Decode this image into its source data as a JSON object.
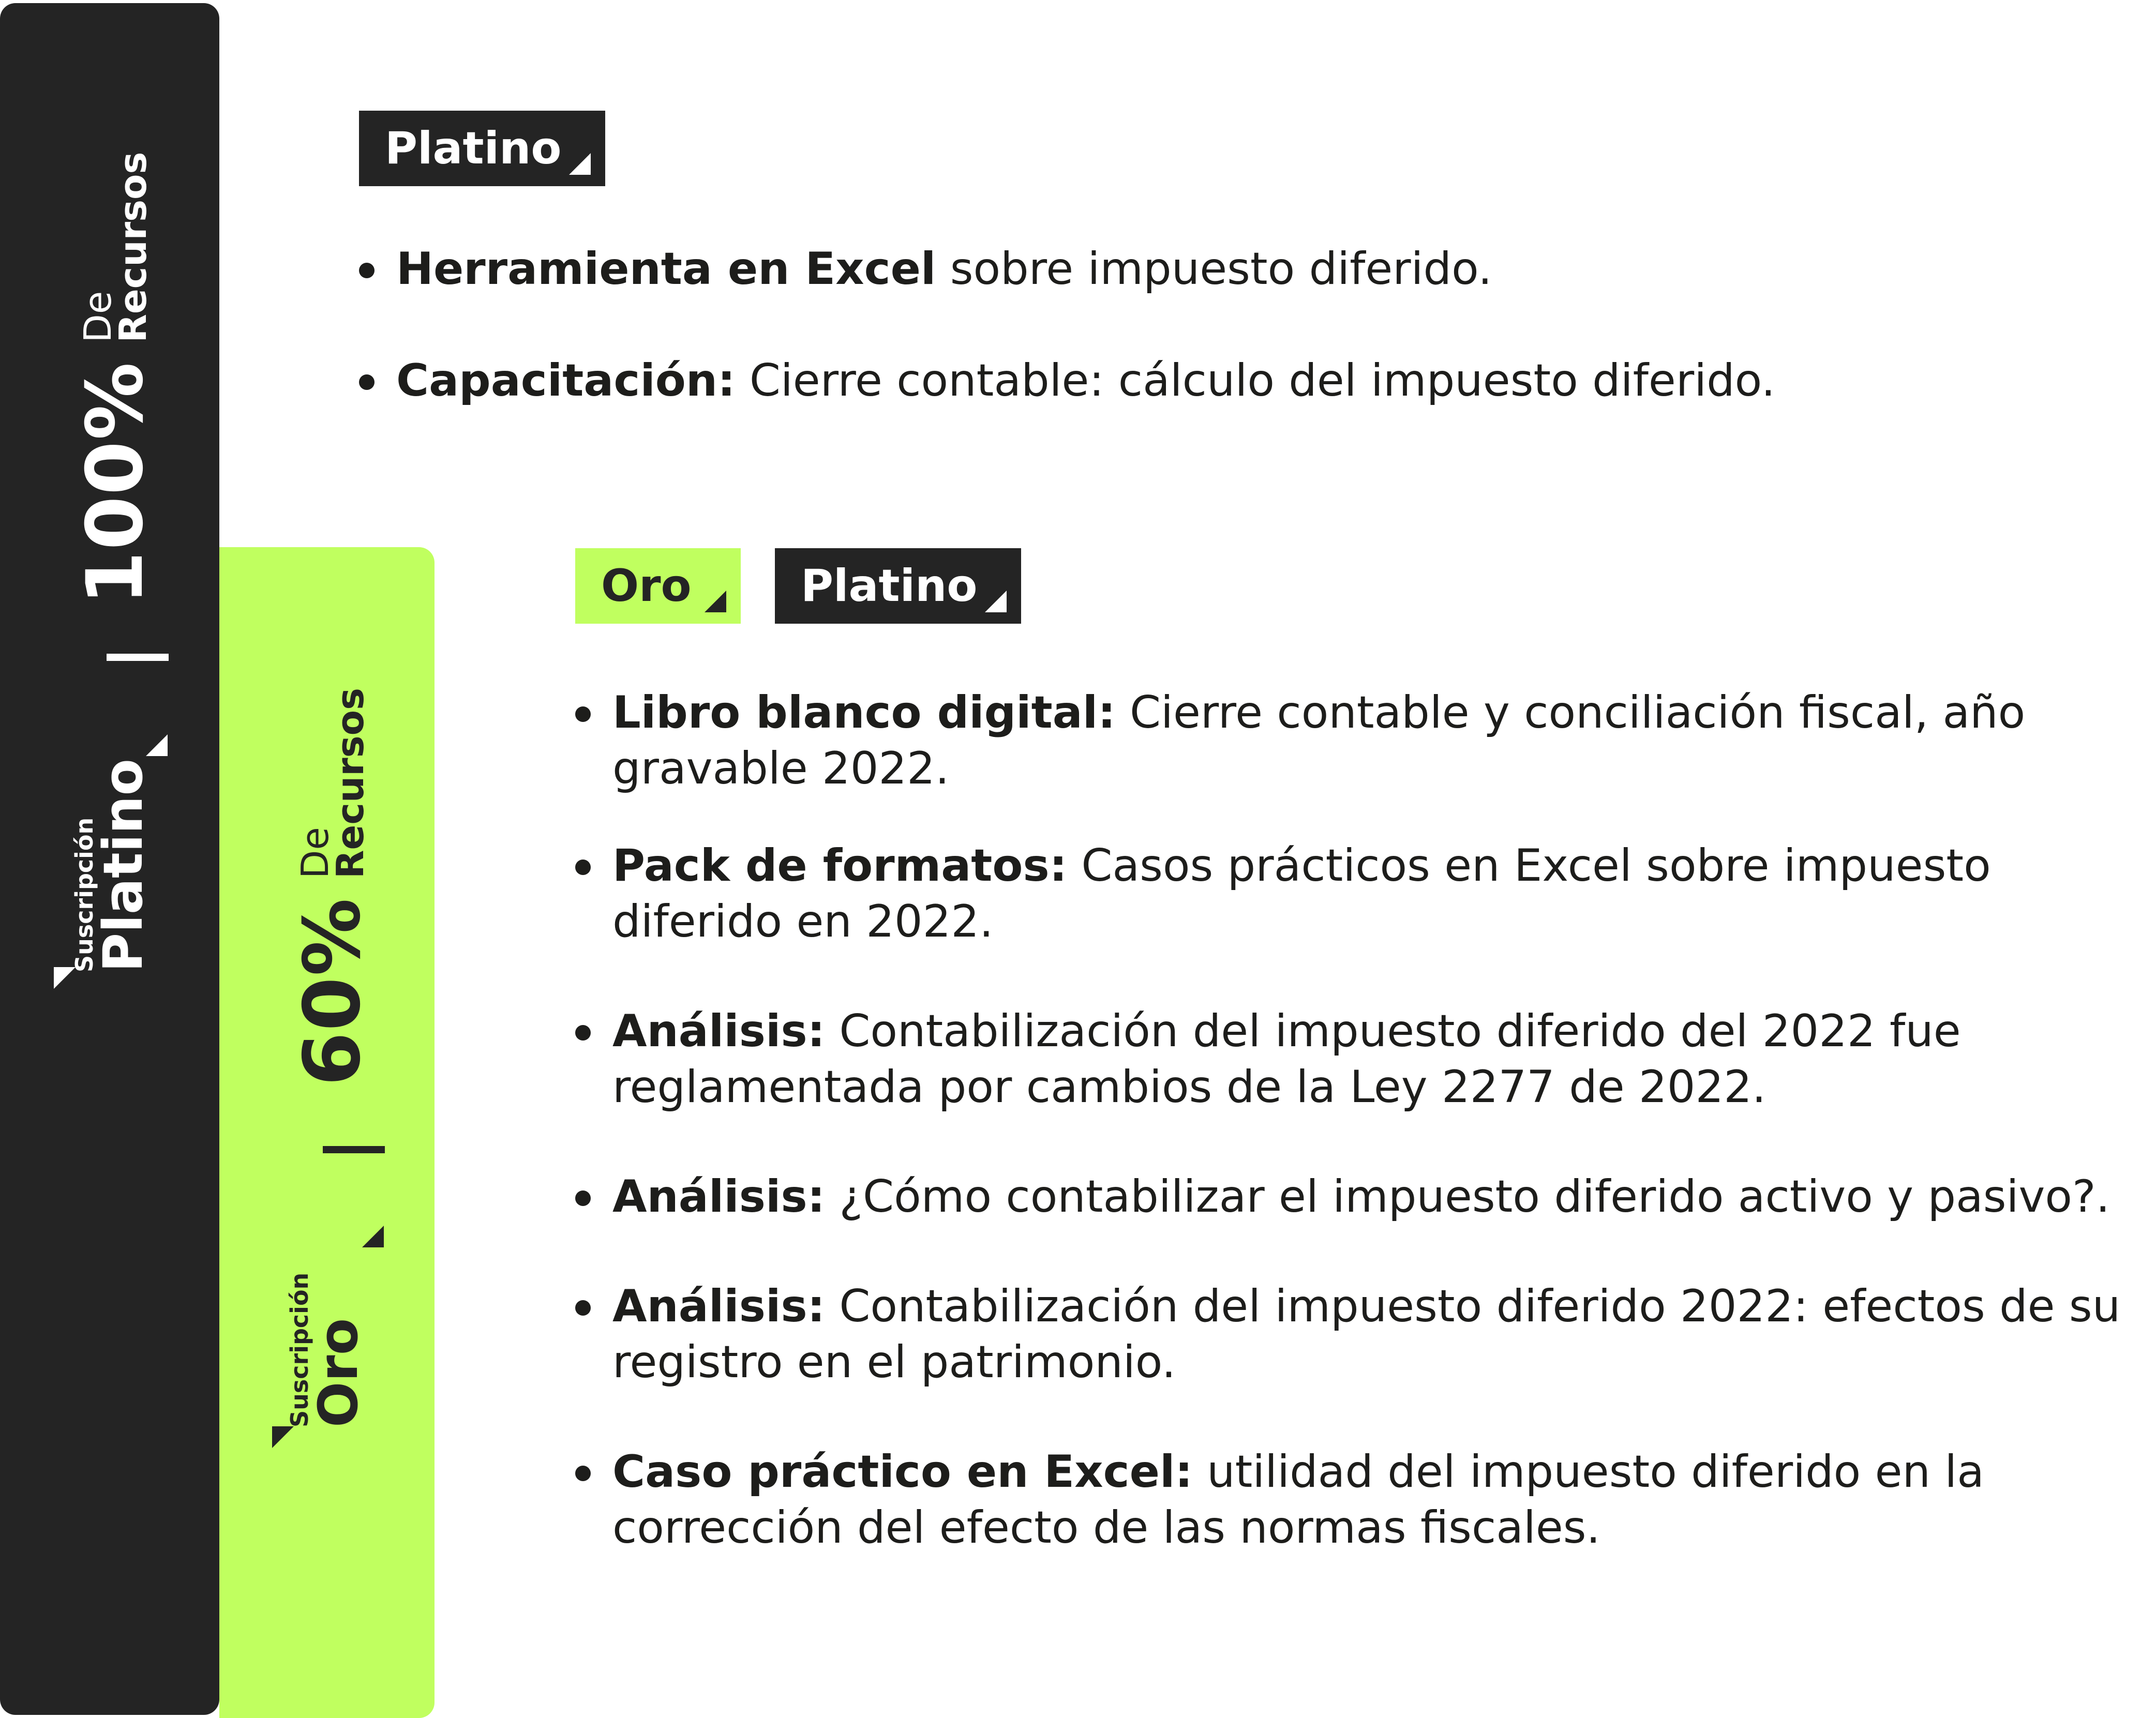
{
  "platino_bar": {
    "percent": "100%",
    "de": "De",
    "recursos": "Recursos",
    "suscripcion": "Suscripción",
    "tier": "Platino"
  },
  "oro_bar": {
    "percent": "60%",
    "de": "De",
    "recursos": "Recursos",
    "suscripcion": "Suscripción",
    "tier": "Oro"
  },
  "section_platino": {
    "tag": "Platino",
    "items": [
      {
        "bold": "Herramienta en Excel",
        "text": " sobre impuesto diferido."
      },
      {
        "bold": "Capacitación:",
        "text": " Cierre contable: cálculo del impuesto diferido."
      }
    ]
  },
  "section_oro": {
    "tags": [
      "Oro",
      "Platino"
    ],
    "items": [
      {
        "bold": "Libro blanco digital:",
        "line1": " Cierre contable y conciliación fiscal, año",
        "line2": "gravable 2022."
      },
      {
        "bold": "Pack de formatos:",
        "line1": " Casos prácticos en Excel sobre impuesto",
        "line2": "diferido en 2022."
      },
      {
        "bold": "Análisis:",
        "line1": " Contabilización del impuesto diferido del 2022 fue",
        "line2": "reglamentada por cambios de la Ley 2277 de 2022."
      },
      {
        "bold": "Análisis:",
        "line1": " ¿Cómo contabilizar el impuesto diferido activo y pasivo?.",
        "line2": ""
      },
      {
        "bold": "Análisis:",
        "line1": " Contabilización del impuesto diferido 2022: efectos de su",
        "line2": "registro en el patrimonio."
      },
      {
        "bold": "Caso práctico en Excel:",
        "line1": " utilidad del impuesto diferido en la",
        "line2": "corrección del efecto de las normas fiscales."
      }
    ]
  },
  "colors": {
    "dark": "#242424",
    "green": "#c0ff5f",
    "white": "#ffffff"
  }
}
